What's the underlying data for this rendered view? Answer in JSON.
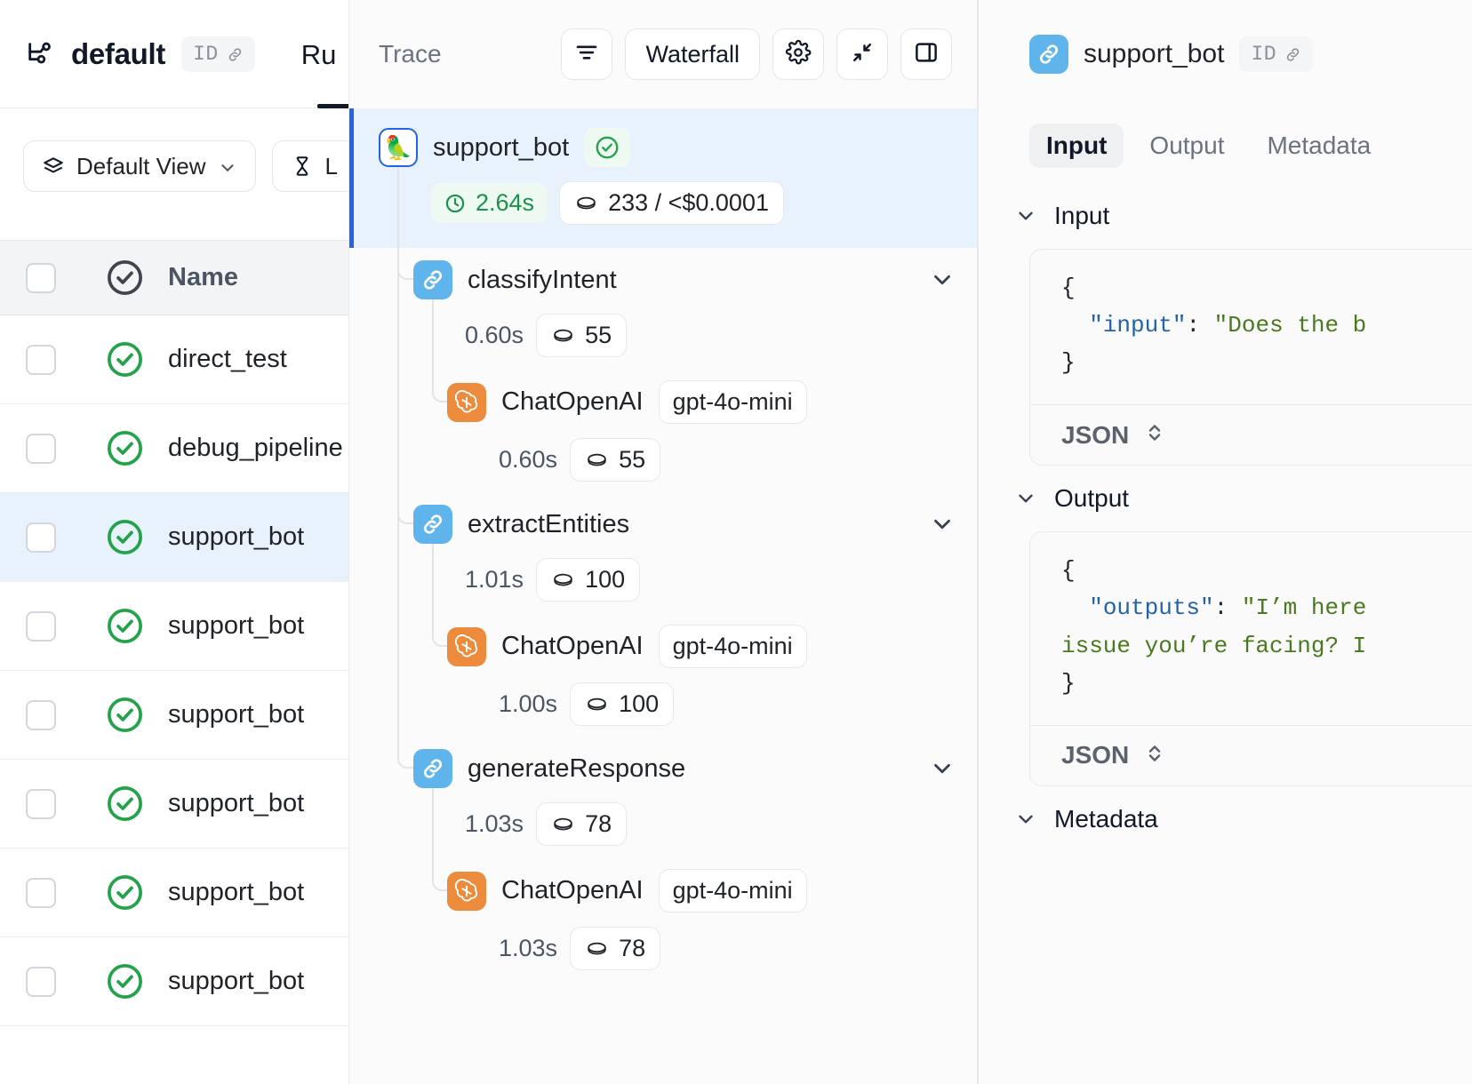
{
  "project": {
    "name": "default",
    "id_badge_label": "ID",
    "icon": "project-tree-icon",
    "link_icon": "link-icon"
  },
  "top_tabs": [
    {
      "label": "Ru",
      "active": true
    }
  ],
  "toolbar": {
    "view_selector_label": "Default View",
    "view_icon": "layers-icon",
    "chevron_icon": "chevron-down-icon",
    "filter_button_icon": "hourglass-icon",
    "filter_button_label": "L"
  },
  "runs_table": {
    "columns": [
      "",
      "",
      "Name"
    ],
    "header": {
      "select_all": "",
      "status_icon": "check-circle-icon",
      "name": "Name"
    },
    "rows": [
      {
        "name": "direct_test",
        "status": "success",
        "selected": false
      },
      {
        "name": "debug_pipeline",
        "status": "success",
        "selected": false
      },
      {
        "name": "support_bot",
        "status": "success",
        "selected": true
      },
      {
        "name": "support_bot",
        "status": "success",
        "selected": false
      },
      {
        "name": "support_bot",
        "status": "success",
        "selected": false
      },
      {
        "name": "support_bot",
        "status": "success",
        "selected": false
      },
      {
        "name": "support_bot",
        "status": "success",
        "selected": false
      },
      {
        "name": "support_bot",
        "status": "success",
        "selected": false
      }
    ]
  },
  "trace_panel": {
    "title": "Trace",
    "buttons": {
      "filter_icon": "filter-lines-icon",
      "waterfall_label": "Waterfall",
      "settings_icon": "gear-icon",
      "collapse_icon": "collapse-arrows-icon",
      "panel_toggle_icon": "side-panel-icon"
    },
    "tree": [
      {
        "name": "support_bot",
        "icon": "parrot-emoji",
        "depth": 0,
        "selected": true,
        "status_icon": "check-circle-icon",
        "duration": "2.64s",
        "duration_highlight": true,
        "tokens": "233 / <$0.0001",
        "model": null,
        "chevron": null
      },
      {
        "name": "classifyIntent",
        "icon": "chain-icon",
        "depth": 1,
        "selected": false,
        "status_icon": null,
        "duration": "0.60s",
        "duration_highlight": false,
        "tokens": "55",
        "model": null,
        "chevron": "chevron-down-icon"
      },
      {
        "name": "ChatOpenAI",
        "icon": "openai-icon",
        "depth": 2,
        "selected": false,
        "status_icon": null,
        "duration": "0.60s",
        "duration_highlight": false,
        "tokens": "55",
        "model": "gpt-4o-mini",
        "chevron": null
      },
      {
        "name": "extractEntities",
        "icon": "chain-icon",
        "depth": 1,
        "selected": false,
        "status_icon": null,
        "duration": "1.01s",
        "duration_highlight": false,
        "tokens": "100",
        "model": null,
        "chevron": "chevron-down-icon"
      },
      {
        "name": "ChatOpenAI",
        "icon": "openai-icon",
        "depth": 2,
        "selected": false,
        "status_icon": null,
        "duration": "1.00s",
        "duration_highlight": false,
        "tokens": "100",
        "model": "gpt-4o-mini",
        "chevron": null
      },
      {
        "name": "generateResponse",
        "icon": "chain-icon",
        "depth": 1,
        "selected": false,
        "status_icon": null,
        "duration": "1.03s",
        "duration_highlight": false,
        "tokens": "78",
        "model": null,
        "chevron": "chevron-down-icon"
      },
      {
        "name": "ChatOpenAI",
        "icon": "openai-icon",
        "depth": 2,
        "selected": false,
        "status_icon": null,
        "duration": "1.03s",
        "duration_highlight": false,
        "tokens": "78",
        "model": "gpt-4o-mini",
        "chevron": null
      }
    ]
  },
  "detail_panel": {
    "run_name": "support_bot",
    "run_icon": "chain-icon",
    "id_badge_label": "ID",
    "link_icon": "link-icon",
    "tabs": [
      {
        "label": "Input",
        "active": true
      },
      {
        "label": "Output",
        "active": false
      },
      {
        "label": "Metadata",
        "active": false
      }
    ],
    "sections": [
      {
        "label": "Input",
        "chevron": "chevron-down-icon",
        "code_open": "{",
        "code_key": "\"input\"",
        "code_colon": ": ",
        "code_value": "\"Does the b",
        "code_value_line2": null,
        "code_close": "}",
        "format_label": "JSON",
        "format_icon": "up-down-chevrons-icon"
      },
      {
        "label": "Output",
        "chevron": "chevron-down-icon",
        "code_open": "{",
        "code_key": "\"outputs\"",
        "code_colon": ": ",
        "code_value": "\"I’m here",
        "code_value_line2": "issue you’re facing? I",
        "code_close": "}",
        "format_label": "JSON",
        "format_icon": "up-down-chevrons-icon"
      },
      {
        "label": "Metadata",
        "chevron": "chevron-down-icon",
        "code_open": null,
        "code_key": null,
        "code_colon": null,
        "code_value": null,
        "code_value_line2": null,
        "code_close": null,
        "format_label": null,
        "format_icon": null
      }
    ]
  },
  "colors": {
    "accent_blue": "#2563eb",
    "chain_blue": "#5fb4ec",
    "openai_orange": "#ec8b3c",
    "success_green": "#16a34a",
    "selected_row": "#e8f2fd",
    "panel_bg": "#fbfbfc",
    "json_key": "#2563a8",
    "json_string": "#4a7a1e"
  }
}
